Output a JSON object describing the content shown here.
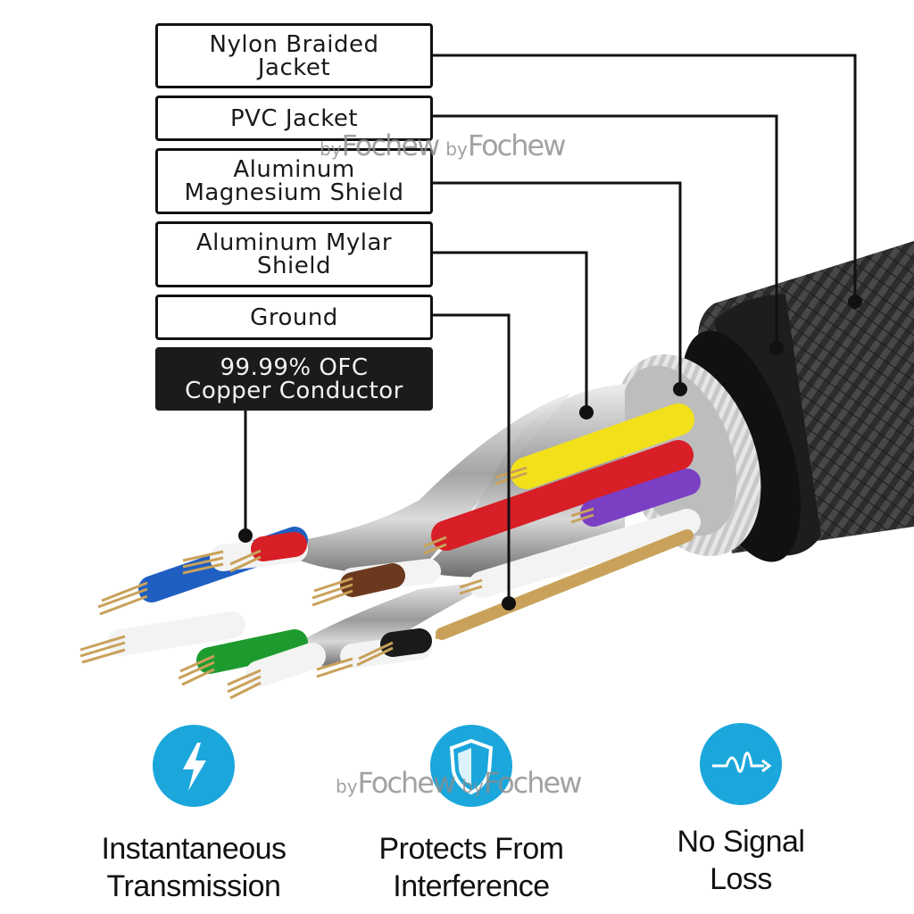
{
  "labels": [
    {
      "id": "nylon-braided-jacket",
      "text": "Nylon Braided\nJacket"
    },
    {
      "id": "pvc-jacket",
      "text": "PVC Jacket"
    },
    {
      "id": "aluminum-magnesium-shield",
      "text": "Aluminum\nMagnesium Shield"
    },
    {
      "id": "aluminum-mylar-shield",
      "text": "Aluminum Mylar\nShield"
    },
    {
      "id": "ground",
      "text": "Ground"
    },
    {
      "id": "ofc-copper-conductor",
      "text": "99.99% OFC\nCopper Conductor"
    }
  ],
  "watermark": {
    "by": "by",
    "brand": "Fochew"
  },
  "features": [
    {
      "title": "Instantaneous\nTransmission",
      "icon": "lightning-bolt-icon"
    },
    {
      "title": "Protects From\nInterference",
      "icon": "shield-icon"
    },
    {
      "title": "No Signal\nLoss",
      "icon": "signal-wave-icon"
    }
  ],
  "colors": {
    "accent": "#1ba7dc",
    "jacket": "#2a2a2a",
    "wire_yellow": "#f2e11a",
    "wire_red": "#d81e26",
    "wire_purple": "#7b3fc4",
    "wire_blue": "#1f5fc2",
    "wire_green": "#1e9b2f",
    "wire_brown": "#6b3a1e",
    "copper": "#c9a15a"
  }
}
